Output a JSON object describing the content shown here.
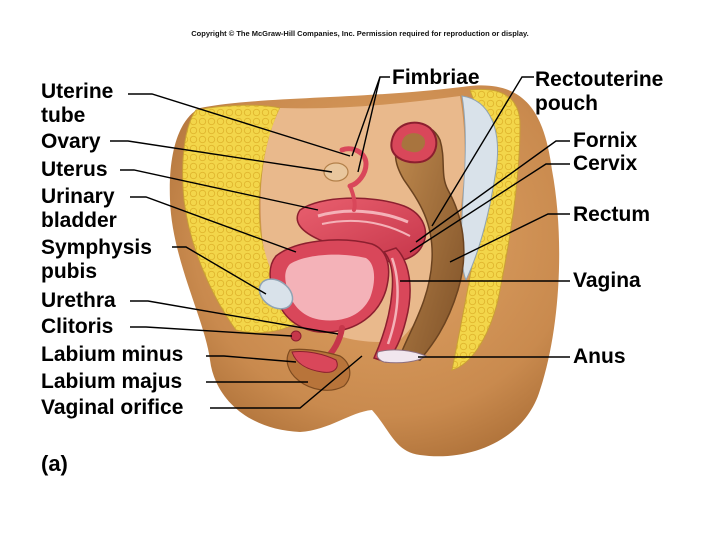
{
  "copyright": "Copyright © The McGraw-Hill Companies, Inc. Permission required for reproduction or display.",
  "panel_label": "(a)",
  "labels": {
    "uterine_tube_1": "Uterine",
    "uterine_tube_2": "tube",
    "ovary": "Ovary",
    "uterus": "Uterus",
    "urinary_bladder_1": "Urinary",
    "urinary_bladder_2": "bladder",
    "symphysis_pubis_1": "Symphysis",
    "symphysis_pubis_2": "pubis",
    "urethra": "Urethra",
    "clitoris": "Clitoris",
    "labium_minus": "Labium minus",
    "labium_majus": "Labium majus",
    "vaginal_orifice": "Vaginal orifice",
    "fimbriae": "Fimbriae",
    "rectouterine_pouch_1": "Rectouterine",
    "rectouterine_pouch_2": "pouch",
    "fornix": "Fornix",
    "cervix": "Cervix",
    "rectum": "Rectum",
    "vagina": "Vagina",
    "anus": "Anus"
  },
  "colors": {
    "skin": "#c98a4e",
    "fat": "#f3d64a",
    "muscle": "#d9475a",
    "lining": "#f4b2b8",
    "rectum": "#a8743e",
    "bone": "#d9e2ea",
    "leader": "#000000"
  }
}
